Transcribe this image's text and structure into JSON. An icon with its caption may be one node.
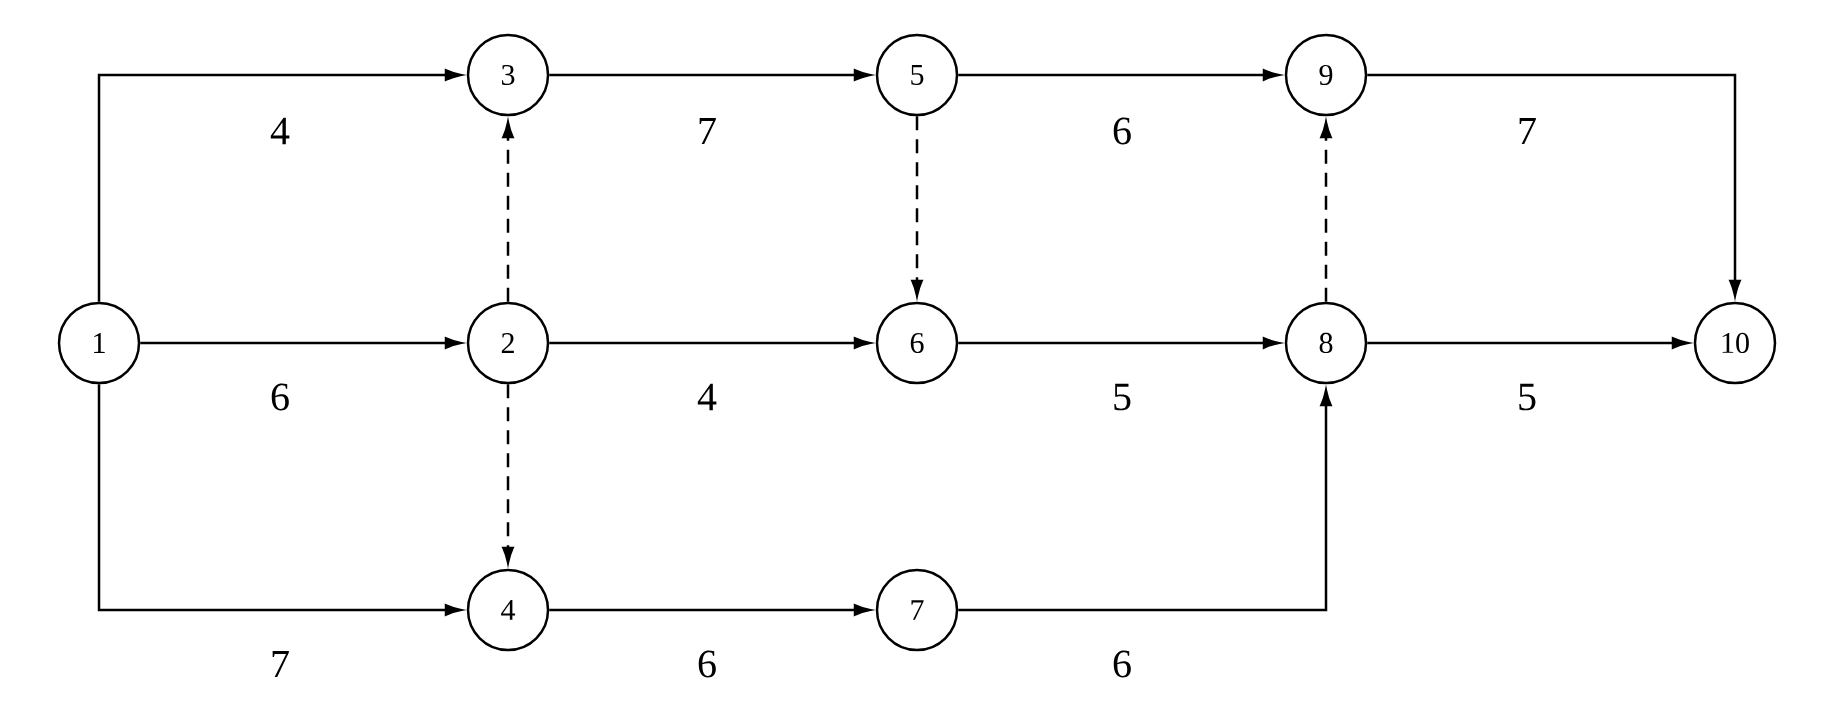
{
  "diagram": {
    "nodes": [
      {
        "text": [
          "1"
        ]
      },
      {
        "text": [
          "2"
        ]
      },
      {
        "text": [
          "3"
        ]
      },
      {
        "text": [
          "4"
        ]
      },
      {
        "text": [
          "5"
        ]
      },
      {
        "text": [
          "6"
        ]
      },
      {
        "text": [
          "7"
        ]
      },
      {
        "text": [
          "8"
        ]
      },
      {
        "text": [
          "9"
        ]
      },
      {
        "text": [
          "10"
        ]
      }
    ],
    "edges": [
      {
        "from": 0,
        "to": 2,
        "arrow": "to",
        "label": "4"
      },
      {
        "from": 2,
        "to": 4,
        "arrow": "to",
        "label": "7"
      },
      {
        "from": 4,
        "to": 8,
        "arrow": "to",
        "label": "6"
      },
      {
        "from": 8,
        "to": 9,
        "arrow": "to",
        "label": "7"
      },
      {
        "from": 0,
        "to": 1,
        "arrow": "to",
        "label": "6"
      },
      {
        "from": 1,
        "to": 5,
        "arrow": "to",
        "label": "4"
      },
      {
        "from": 5,
        "to": 7,
        "arrow": "to",
        "label": "5"
      },
      {
        "from": 7,
        "to": 9,
        "arrow": "to",
        "label": "5"
      },
      {
        "from": 0,
        "to": 3,
        "arrow": "to",
        "label": "7"
      },
      {
        "from": 3,
        "to": 6,
        "arrow": "to",
        "label": "6"
      },
      {
        "from": 6,
        "to": 7,
        "arrow": "to",
        "label": "6"
      },
      {
        "from": 1,
        "to": 2,
        "arrow": "to",
        "style": "dashed"
      },
      {
        "from": 1,
        "to": 3,
        "arrow": "to",
        "style": "dashed"
      },
      {
        "from": 4,
        "to": 5,
        "arrow": "to",
        "style": "dashed"
      },
      {
        "from": 7,
        "to": 8,
        "arrow": "to",
        "style": "dashed"
      }
    ]
  }
}
